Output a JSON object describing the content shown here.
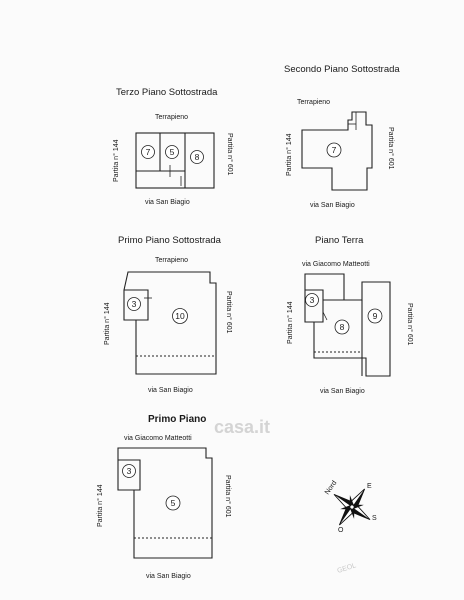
{
  "watermark": {
    "text": "casa.it",
    "stamp": "GEOL"
  },
  "plans": {
    "terzo": {
      "title": "Terzo Piano Sottostrada",
      "top": "Terrapieno",
      "left": "Partita n° 144",
      "right": "Partita n° 601",
      "bottom": "via San Biagio",
      "rooms": [
        "7",
        "5",
        "8"
      ]
    },
    "secondo": {
      "title": "Secondo Piano Sottostrada",
      "top": "Terrapieno",
      "left": "Partita n° 144",
      "right": "Partita n° 601",
      "bottom": "via San Biagio",
      "rooms": [
        "7"
      ]
    },
    "primo_sotto": {
      "title": "Primo Piano Sottostrada",
      "top": "Terrapieno",
      "left": "Partita n° 144",
      "right": "Partita n° 601",
      "bottom": "via San Biagio",
      "rooms": [
        "3",
        "10"
      ]
    },
    "terra": {
      "title": "Piano Terra",
      "top": "via Giacomo Matteotti",
      "left": "Partita n° 144",
      "right": "Partita n° 601",
      "bottom": "via San Biagio",
      "rooms": [
        "3",
        "8",
        "9"
      ]
    },
    "primo": {
      "title": "Primo Piano",
      "top": "via Giacomo Matteotti",
      "left": "Partita n° 144",
      "right": "Partita n° 601",
      "bottom": "via San Biagio",
      "rooms": [
        "3",
        "5"
      ]
    }
  },
  "compass": {
    "north": "Nord",
    "east": "E",
    "south": "S",
    "west": "O"
  }
}
